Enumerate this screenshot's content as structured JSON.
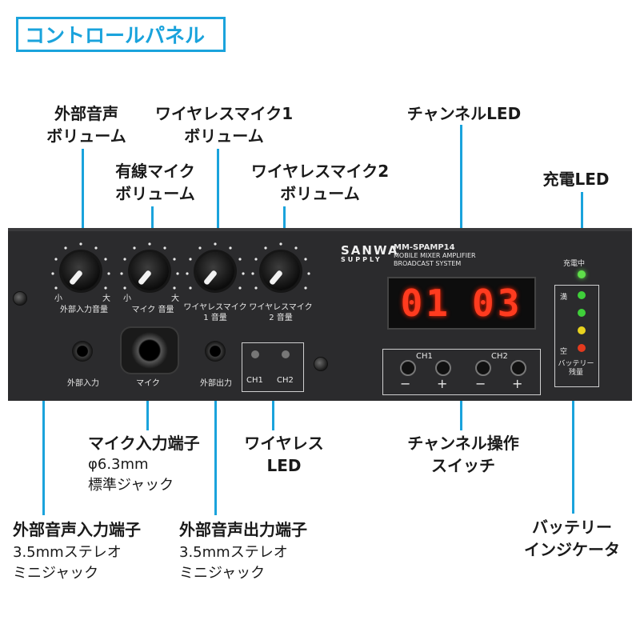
{
  "header": {
    "title": "コントロールパネル"
  },
  "callouts": {
    "ext_volume": "外部音声\nボリューム",
    "wired_volume": "有線マイク\nボリューム",
    "wl1_volume": "ワイヤレスマイク1\nボリューム",
    "wl2_volume": "ワイヤレスマイク2\nボリューム",
    "channel_led": "チャンネルLED",
    "charge_led": "充電LED",
    "mic_input_title": "マイク入力端子",
    "mic_input_sub": "φ6.3mm\n標準ジャック",
    "wireless_led": "ワイヤレス\nLED",
    "channel_switch": "チャンネル操作\nスイッチ",
    "ext_in_title": "外部音声入力端子",
    "ext_in_sub": "3.5mmステレオ\nミニジャック",
    "ext_out_title": "外部音声出力端子",
    "ext_out_sub": "3.5mmステレオ\nミニジャック",
    "battery_indicator": "バッテリー\nインジケータ"
  },
  "panel": {
    "brand": "SANWA",
    "brand_sub": "SUPPLY",
    "model": "MM-SPAMP14",
    "model_line1": "MOBILE MIXER AMPLIFIER",
    "model_line2": "BROADCAST SYSTEM",
    "knob_small": "小",
    "knob_large": "大",
    "knob1_label": "外部入力音量",
    "knob2_label": "マイク 音量",
    "knob3_label": "ワイヤレスマイク\n1 音量",
    "knob4_label": "ワイヤレスマイク\n2 音量",
    "jack_ext_in": "外部入力",
    "jack_mic": "マイク",
    "jack_ext_out": "外部出力",
    "ch1": "CH1",
    "ch2": "CH2",
    "display_left": "01",
    "display_right": "03",
    "sw_ch1": "CH1",
    "sw_ch2": "CH2",
    "minus": "−",
    "plus": "+",
    "charging": "充電中",
    "battery_full": "満",
    "battery_empty": "空",
    "battery_label": "バッテリー\n残量"
  },
  "colors": {
    "accent": "#1aa3dc",
    "panel": "#2b2b2d",
    "segment": "#ff3b1f"
  }
}
